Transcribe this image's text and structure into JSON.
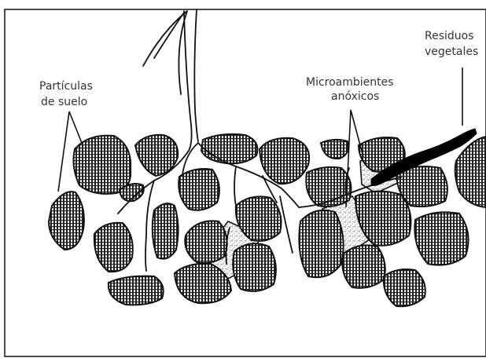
{
  "labels": {
    "soil_particles_line1": "Partículas",
    "soil_particles_line2": "de suelo",
    "anoxic_line1": "Microambientes",
    "anoxic_line2": "anóxicos",
    "residues_line1": "Residuos",
    "residues_line2": "vegetales"
  },
  "colors": {
    "ink": "#111111",
    "hatch": "#2a2a2a",
    "stipple": "#222222",
    "background": "#ffffff",
    "residue": "#000000"
  }
}
